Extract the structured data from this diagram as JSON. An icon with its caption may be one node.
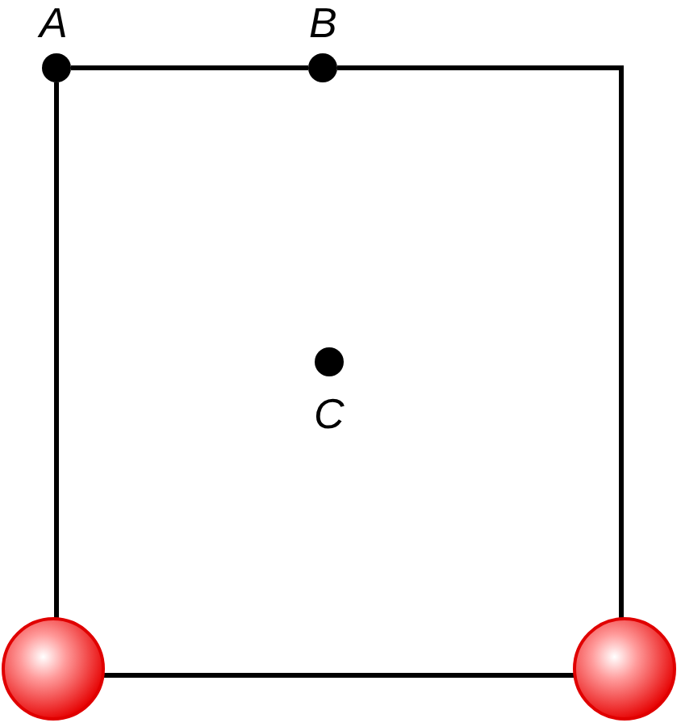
{
  "diagram": {
    "nodes": [
      {
        "text": [
          "A"
        ]
      },
      {
        "text": [
          "B"
        ]
      },
      {
        "text": [
          "C"
        ]
      },
      {
        "text": [],
        "shape": "circle"
      },
      {
        "text": [],
        "shape": "circle"
      }
    ],
    "edges": [
      {
        "from": 0,
        "to": 1,
        "arrow": "none"
      },
      {
        "from": 1,
        "to": 4,
        "arrow": "none"
      },
      {
        "from": 3,
        "to": 4,
        "arrow": "none"
      },
      {
        "from": 3,
        "to": 0,
        "arrow": "none"
      }
    ]
  }
}
